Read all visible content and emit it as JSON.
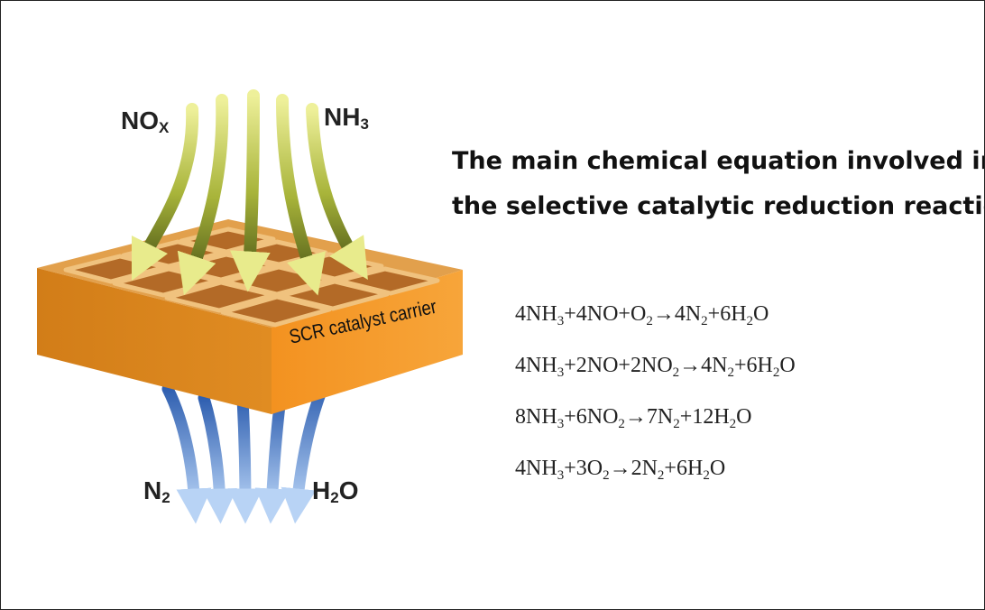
{
  "labels": {
    "nox": "NOx",
    "nh3": "NH3",
    "n2": "N2",
    "h2o": "H2O",
    "carrier": "SCR catalyst carrier"
  },
  "title": {
    "line1": "The main chemical equation involved in",
    "line2": "the selective catalytic reduction reaction"
  },
  "equations": [
    "4NH3+4NO+O2→4N2+6H2O",
    "4NH3+2NO+2NO2→4N2+6H2O",
    "8NH3+6NO2→7N2+12H2O",
    "4NH3+3O2→2N2+6H2O"
  ],
  "colors": {
    "catalyst_front": "#f5961f",
    "catalyst_top": "#e9a247",
    "cell_inner": "#b8702a",
    "inlet_arrow_light": "#e9ec8e",
    "inlet_arrow_dark": "#6e7a22",
    "outlet_arrow_light": "#a8c6f0",
    "outlet_arrow_dark": "#3f6fc4"
  }
}
